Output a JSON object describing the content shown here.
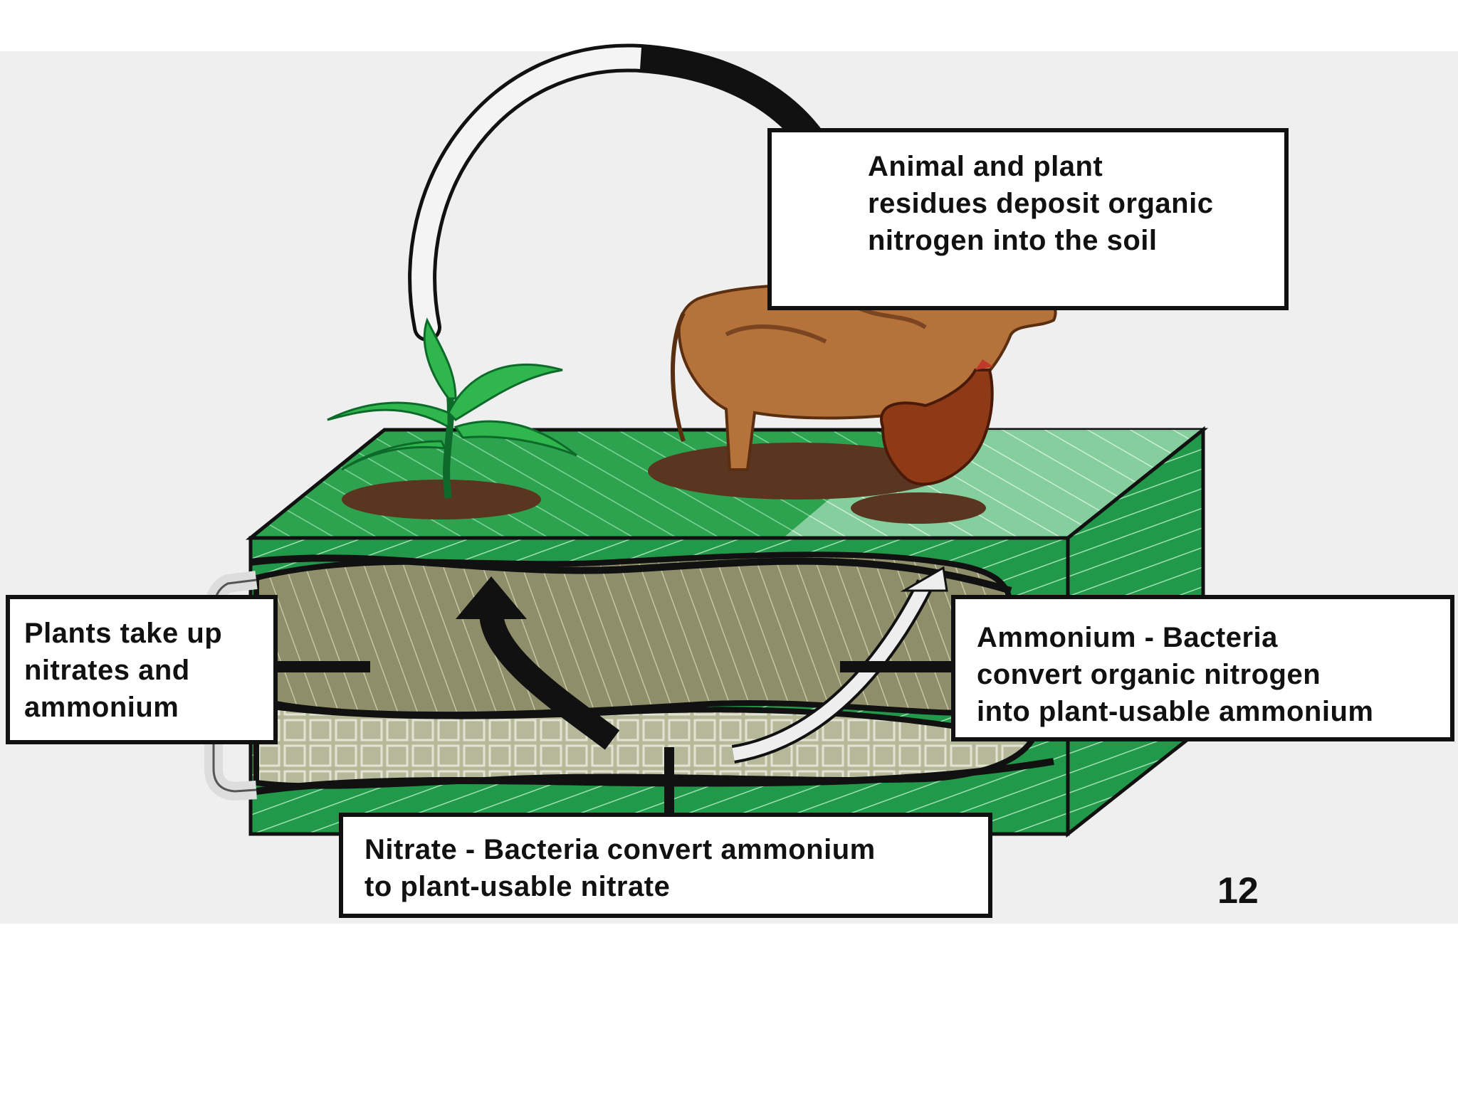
{
  "labels": {
    "residues": [
      "Animal and plant",
      "residues deposit organic",
      "nitrogen into the soil"
    ],
    "uptake": [
      "Plants take up",
      "nitrates and",
      "ammonium"
    ],
    "ammonium": [
      "Ammonium - Bacteria",
      "convert organic nitrogen",
      "into plant-usable ammonium"
    ],
    "nitrate": [
      "Nitrate - Bacteria convert ammonium",
      "to plant-usable nitrate"
    ]
  },
  "page_number": "12",
  "colors": {
    "panel_background": "#efefef",
    "soil_top": "#2e9e4e",
    "soil_side": "#1f8a3c",
    "ammonium_layer": "#8d8c67",
    "nitrate_layer": "#a7a98a",
    "cow": "#b5723a",
    "manure": "#5a3520"
  }
}
